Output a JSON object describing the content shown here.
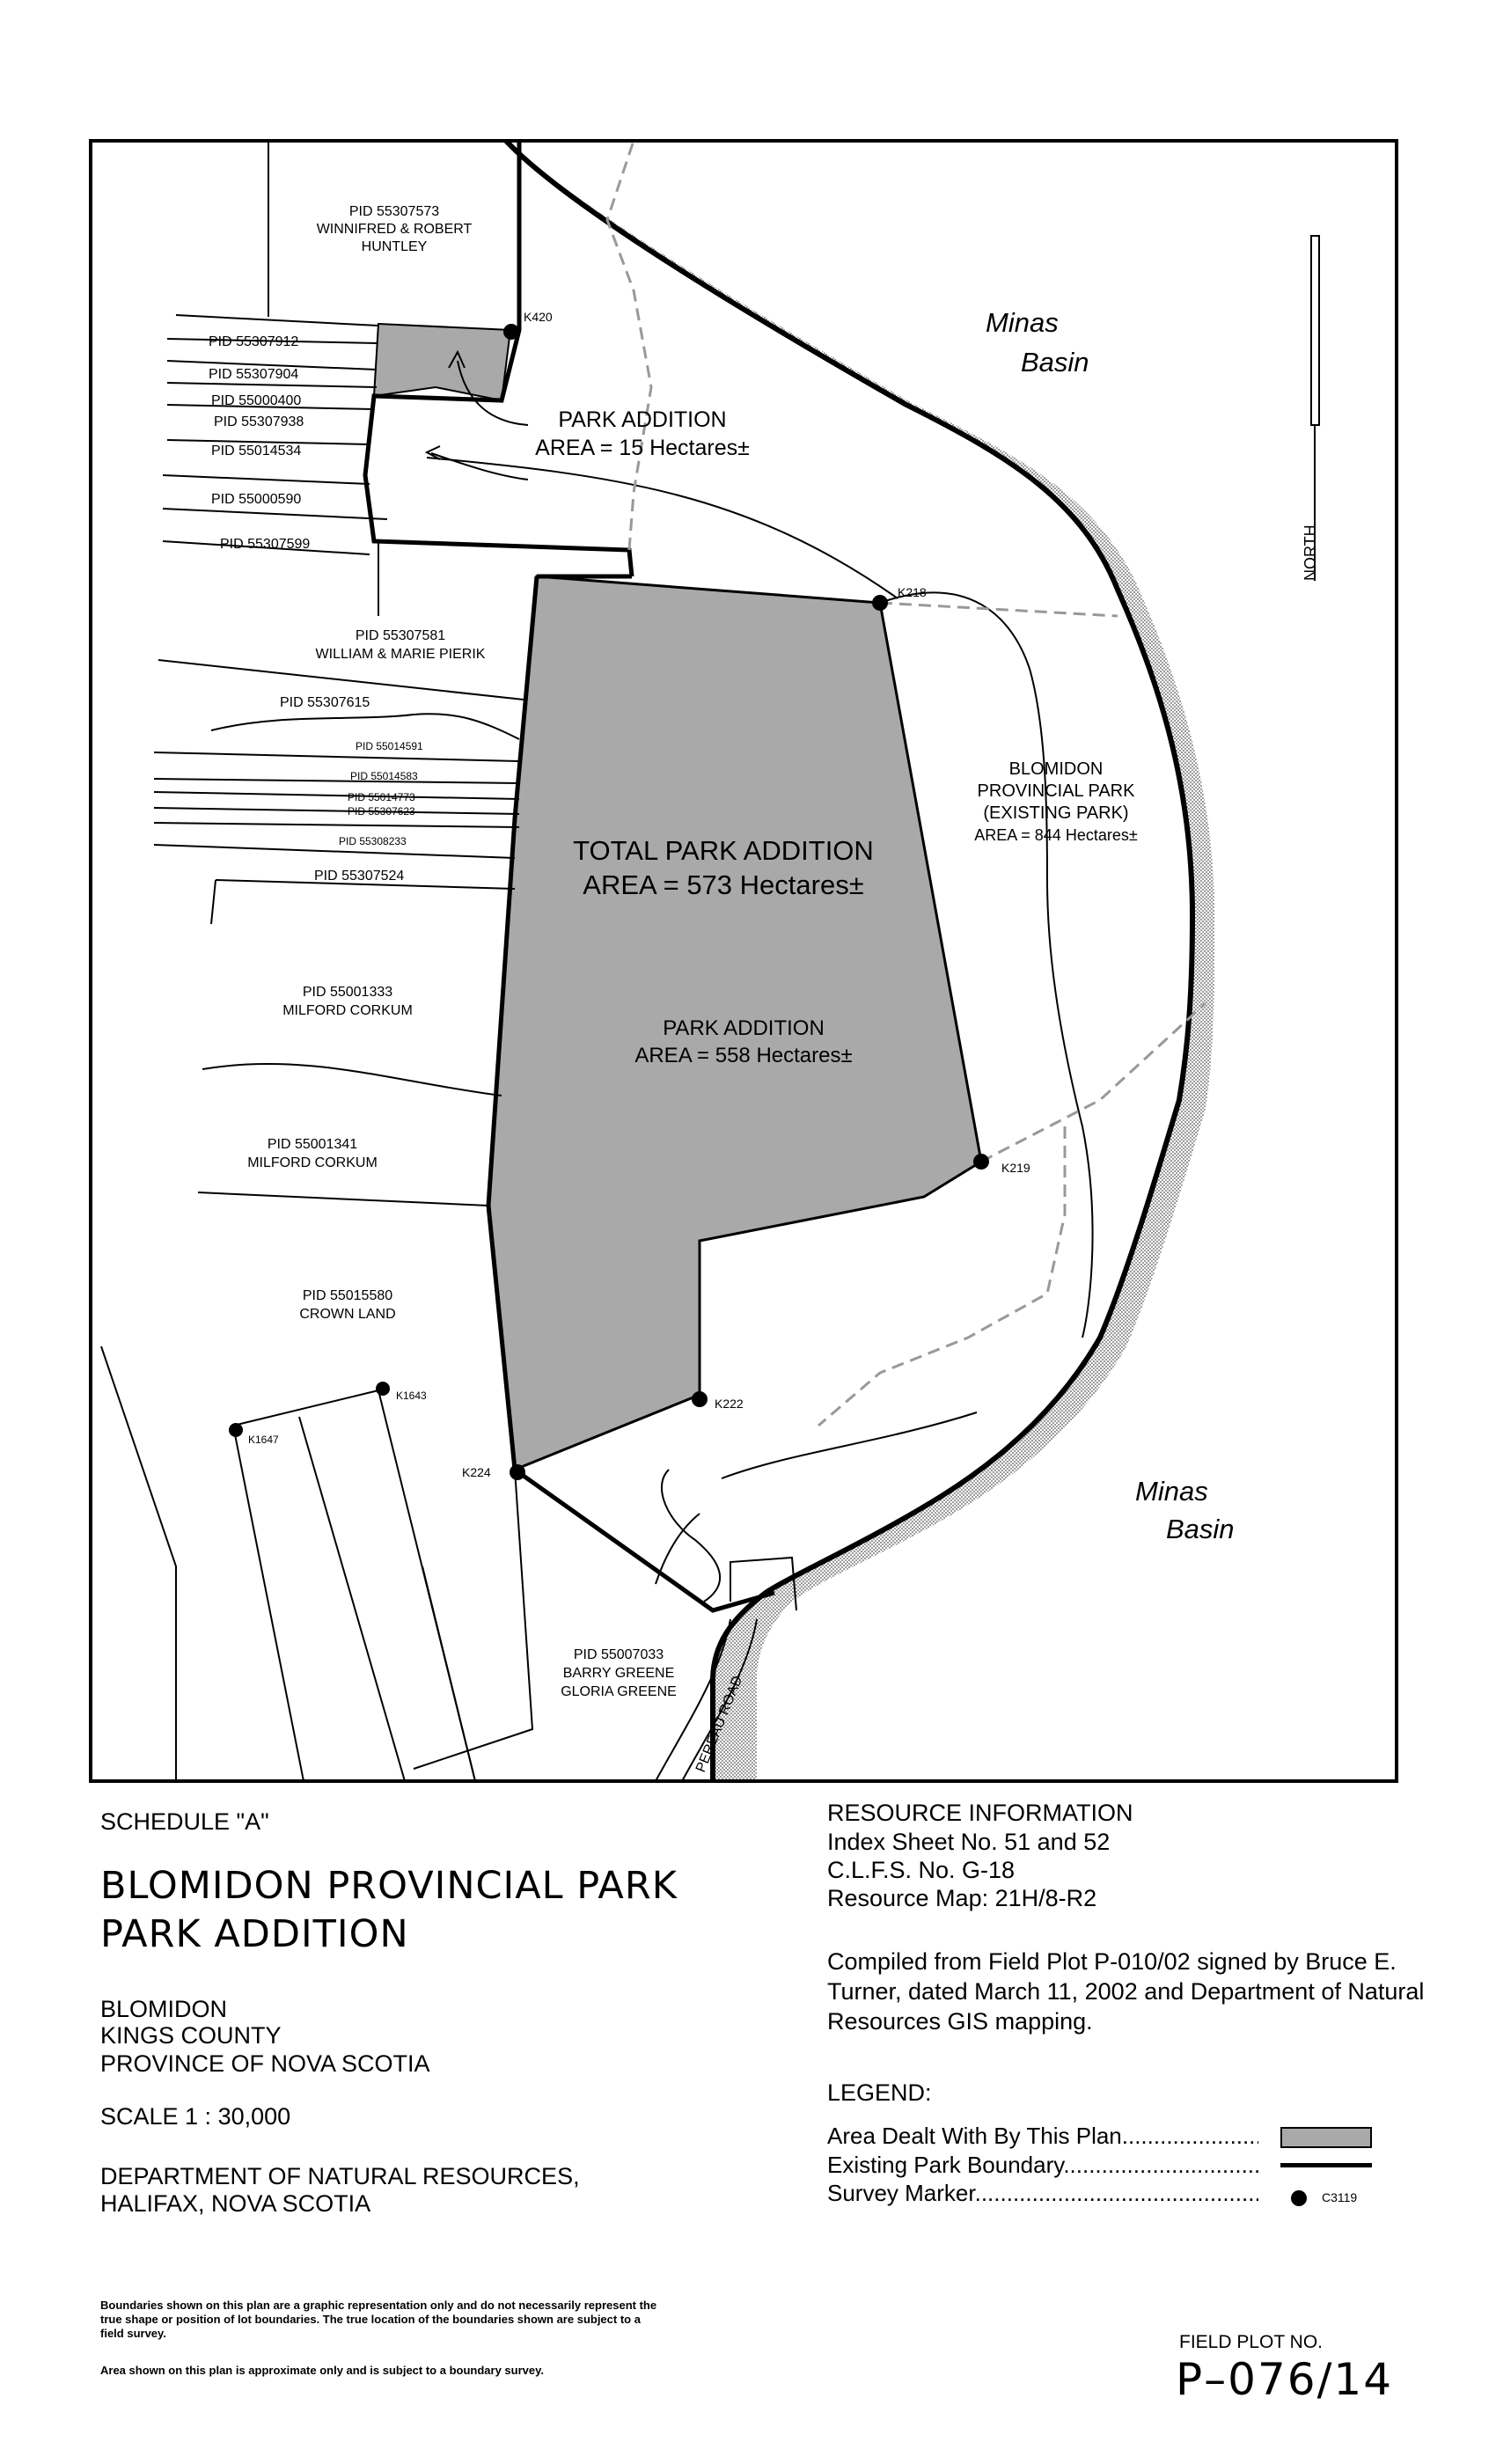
{
  "map": {
    "water_labels": [
      [
        "Minas",
        "Basin"
      ],
      [
        "Minas",
        "Basin"
      ]
    ],
    "north_label": "NORTH",
    "areas": {
      "total": [
        "TOTAL PARK ADDITION",
        "AREA = 573 Hectares±"
      ],
      "main": [
        "PARK ADDITION",
        "AREA = 558 Hectares±"
      ],
      "small": [
        "PARK ADDITION",
        "AREA = 15 Hectares±"
      ],
      "existing": [
        "BLOMIDON",
        "PROVINCIAL PARK",
        "(EXISTING PARK)",
        "AREA = 844 Hectares±"
      ]
    },
    "parcels": {
      "huntley": [
        "PID 55307573",
        "WINNIFRED & ROBERT",
        "HUNTLEY"
      ],
      "pierik": [
        "PID 55307581",
        "WILLIAM & MARIE PIERIK"
      ],
      "corkum1": [
        "PID 55001333",
        "MILFORD CORKUM"
      ],
      "corkum2": [
        "PID 55001341",
        "MILFORD CORKUM"
      ],
      "crown": [
        "PID 55015580",
        "CROWN LAND"
      ],
      "greene": [
        "PID 55007033",
        "BARRY GREENE",
        "GLORIA GREENE"
      ]
    },
    "pids": [
      "PID 55307912",
      "PID 55307904",
      "PID 55000400",
      "PID 55307938",
      "PID 55014534",
      "PID 55000590",
      "PID 55307599",
      "PID 55307615",
      "PID 55014591",
      "PID 55014583",
      "PID 55014773",
      "PID 55307623",
      "PID 55308233",
      "PID 55307524"
    ],
    "markers": [
      "K420",
      "K218",
      "K219",
      "K222",
      "K224",
      "K1643",
      "K1647"
    ],
    "road": "PEREAU ROAD"
  },
  "schedule": "SCHEDULE \"A\"",
  "title": [
    "BLOMIDON PROVINCIAL PARK",
    "PARK ADDITION"
  ],
  "location": [
    "BLOMIDON",
    "KINGS COUNTY",
    "PROVINCE OF NOVA SCOTIA"
  ],
  "scale": "SCALE 1 : 30,000",
  "department": [
    "DEPARTMENT OF NATURAL RESOURCES,",
    "HALIFAX, NOVA SCOTIA"
  ],
  "resource": {
    "heading": "RESOURCE INFORMATION",
    "lines": [
      "Index Sheet No. 51 and 52",
      "C.L.F.S. No. G-18",
      "Resource Map: 21H/8-R2"
    ]
  },
  "compiled": "Compiled from Field Plot P-010/02 signed by Bruce E. Turner, dated March 11, 2002 and Department of Natural Resources GIS mapping.",
  "legend": {
    "heading": "LEGEND:",
    "items": [
      "Area Dealt With By This Plan..............................",
      "Existing Park Boundary..........................................",
      "Survey Marker..........................................................."
    ],
    "marker_label": "C3119",
    "fill_color": "#a9a9a9"
  },
  "notes": [
    "Boundaries shown on this plan are a graphic representation only and do not necessarily represent the true shape or position of lot boundaries. The true location of the boundaries shown are subject to a field survey.",
    "Area shown on this plan is approximate only and is subject to a boundary survey."
  ],
  "field_plot": {
    "label": "FIELD PLOT NO.",
    "number": "P–076/14"
  }
}
